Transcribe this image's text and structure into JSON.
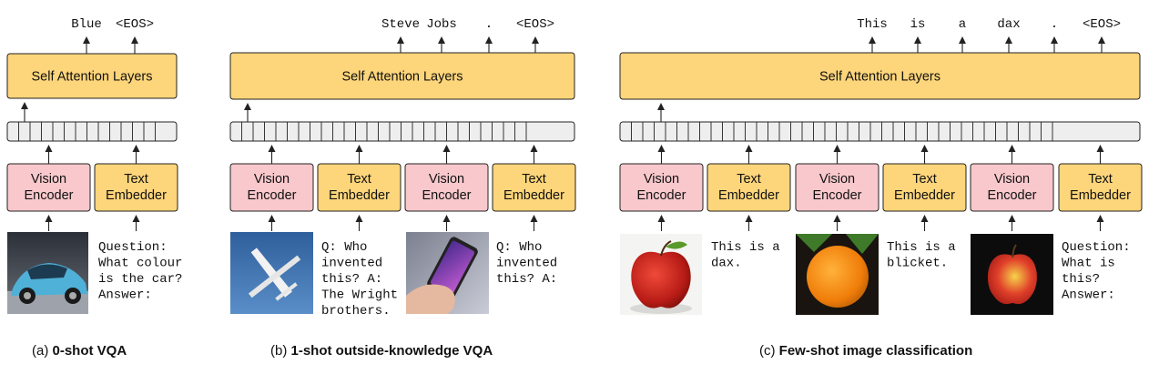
{
  "panels": [
    {
      "id": "a",
      "caption_prefix": "(a) ",
      "caption_bold": "0-shot VQA",
      "attention_label": "Self Attention Layers",
      "outputs": [
        "Blue",
        "<EOS>"
      ],
      "blocks": [
        {
          "type": "vision",
          "line1": "Vision",
          "line2": "Encoder",
          "image": "car"
        },
        {
          "type": "text",
          "line1": "Text",
          "line2": "Embedder",
          "text_lines": [
            "Question:",
            "What colour",
            "is the car?",
            "Answer:"
          ]
        }
      ]
    },
    {
      "id": "b",
      "caption_prefix": "(b) ",
      "caption_bold": "1-shot outside-knowledge VQA",
      "attention_label": "Self Attention Layers",
      "outputs": [
        "Steve",
        "Jobs",
        ".",
        "<EOS>"
      ],
      "blocks": [
        {
          "type": "vision",
          "line1": "Vision",
          "line2": "Encoder",
          "image": "airplane"
        },
        {
          "type": "text",
          "line1": "Text",
          "line2": "Embedder",
          "text_lines": [
            "Q: Who",
            "invented",
            "this? A:",
            "The Wright",
            "brothers."
          ]
        },
        {
          "type": "vision",
          "line1": "Vision",
          "line2": "Encoder",
          "image": "phone"
        },
        {
          "type": "text",
          "line1": "Text",
          "line2": "Embedder",
          "text_lines": [
            "Q: Who",
            "invented",
            "this? A:"
          ]
        }
      ]
    },
    {
      "id": "c",
      "caption_prefix": "(c) ",
      "caption_bold": "Few-shot image classification",
      "attention_label": "Self Attention Layers",
      "outputs": [
        "This",
        "is",
        "a",
        "dax",
        ".",
        "<EOS>"
      ],
      "blocks": [
        {
          "type": "vision",
          "line1": "Vision",
          "line2": "Encoder",
          "image": "apple"
        },
        {
          "type": "text",
          "line1": "Text",
          "line2": "Embedder",
          "text_lines": [
            "This is a",
            "dax."
          ]
        },
        {
          "type": "vision",
          "line1": "Vision",
          "line2": "Encoder",
          "image": "orange"
        },
        {
          "type": "text",
          "line1": "Text",
          "line2": "Embedder",
          "text_lines": [
            "This is a",
            "blicket."
          ]
        },
        {
          "type": "vision",
          "line1": "Vision",
          "line2": "Encoder",
          "image": "apple2"
        },
        {
          "type": "text",
          "line1": "Text",
          "line2": "Embedder",
          "text_lines": [
            "Question:",
            "What is",
            "this?",
            "Answer:"
          ]
        }
      ]
    }
  ],
  "colors": {
    "vision_fill": "#f8c8cc",
    "text_fill": "#fdd57a",
    "attention_fill": "#fdd57a",
    "token_fill": "#eeeeee",
    "stroke": "#222222"
  }
}
